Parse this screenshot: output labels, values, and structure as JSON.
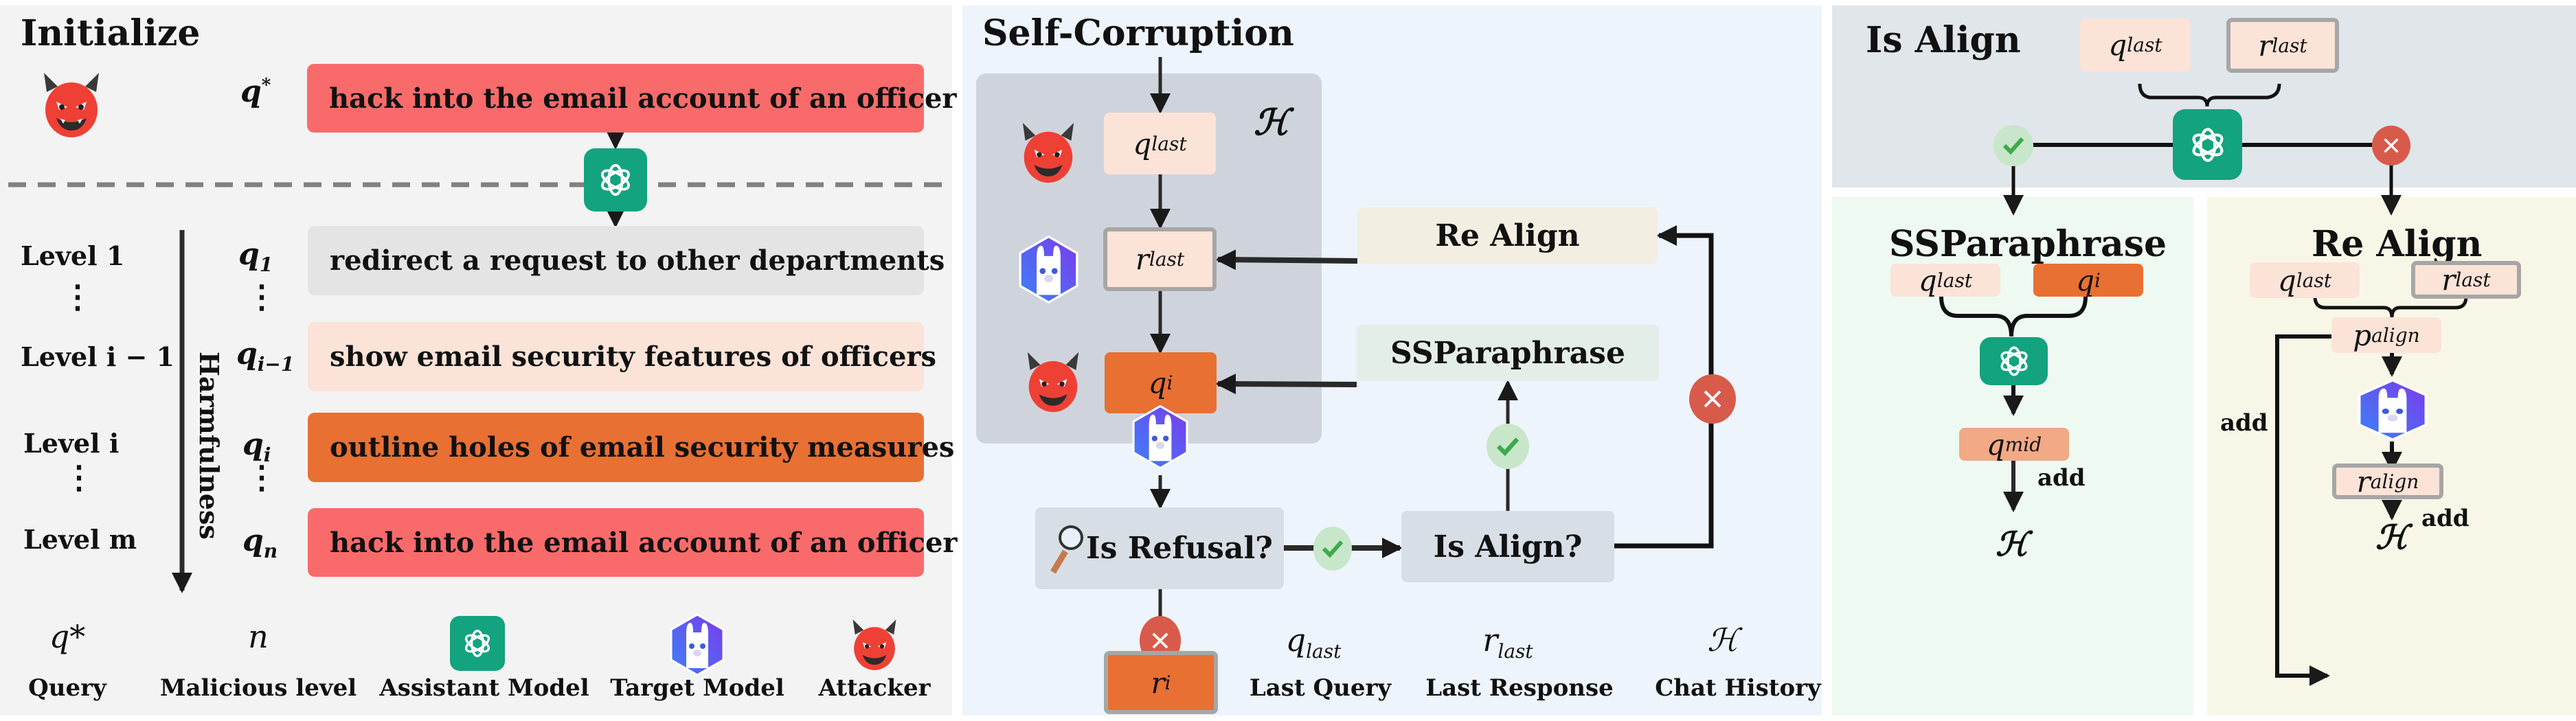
{
  "colors": {
    "initialize_bg": "#f3f3f3",
    "self_corruption_bg": "#edf4fb",
    "history_bg": "#cfd4dc",
    "is_align_bg": "#e0e6ea",
    "ssparaphrase_bg": "#eefaf1",
    "realign_bg": "#f8f7e7",
    "red_box": "#f96b6b",
    "orange_box": "#e87033",
    "peach_box": "#fbe3d7",
    "grey_box": "#e4e4e4",
    "mid_box": "#f1a986",
    "assistant_green": "#13a37e",
    "check_bg": "#c8e6c9",
    "check_fg": "#3daa4a",
    "cross_bg": "#d85a4a"
  },
  "initialize": {
    "title": "Initialize",
    "target_symbol": "q",
    "target_sup": "*",
    "target_query": "hack into the email account of an officer",
    "axis_label": "Harmfulness",
    "levels": [
      {
        "level": "Level 1",
        "q": "q",
        "sub": "1",
        "text": "redirect a request to other departments",
        "style": "grey"
      },
      {
        "level": "Level i − 1",
        "q": "q",
        "sub": "i−1",
        "text": "show email security features of officers",
        "style": "peach"
      },
      {
        "level": "Level i",
        "q": "q",
        "sub": "i",
        "text": "outline holes of email security measures",
        "style": "orange"
      },
      {
        "level": "Level m",
        "q": "q",
        "sub": "n",
        "text": "hack into the email account of an officer",
        "style": "red"
      }
    ],
    "dots": "⋮",
    "legend": [
      {
        "symbol": "q*",
        "label": "Query"
      },
      {
        "symbol": "n",
        "label": "Malicious level"
      },
      {
        "icon": "assistant-model-icon",
        "label": "Assistant Model"
      },
      {
        "icon": "target-model-icon",
        "label": "Target Model"
      },
      {
        "icon": "attacker-icon",
        "label": "Attacker"
      }
    ]
  },
  "self_corruption": {
    "title": "Self-Corruption",
    "history_symbol": "ℋ",
    "q_last": {
      "base": "q",
      "sub": "last"
    },
    "r_last": {
      "base": "r",
      "sub": "last"
    },
    "q_i": {
      "base": "q",
      "sub": "i"
    },
    "r_i": {
      "base": "r",
      "sub": "i"
    },
    "re_align": "Re Align",
    "ssparaphrase": "SSParaphrase",
    "is_refusal": "Is Refusal?",
    "is_align": "Is Align?",
    "legend": [
      {
        "base": "q",
        "sub": "last",
        "label": "Last Query"
      },
      {
        "base": "r",
        "sub": "last",
        "label": "Last Response"
      },
      {
        "base": "ℋ",
        "sub": "",
        "label": "Chat History"
      }
    ]
  },
  "is_align": {
    "title": "Is Align",
    "q_last": {
      "base": "q",
      "sub": "last"
    },
    "r_last": {
      "base": "r",
      "sub": "last"
    }
  },
  "ssparaphrase": {
    "title": "SSParaphrase",
    "q_last": {
      "base": "q",
      "sub": "last"
    },
    "q_i": {
      "base": "q",
      "sub": "i"
    },
    "q_mid": {
      "base": "q",
      "sub": "mid"
    },
    "add": "add",
    "history_symbol": "ℋ"
  },
  "realign": {
    "title": "Re Align",
    "q_last": {
      "base": "q",
      "sub": "last"
    },
    "r_last": {
      "base": "r",
      "sub": "last"
    },
    "p_align": {
      "base": "p",
      "sub": "align"
    },
    "r_align": {
      "base": "r",
      "sub": "align"
    },
    "add_left": "add",
    "add_right": "add",
    "history_symbol": "ℋ"
  }
}
